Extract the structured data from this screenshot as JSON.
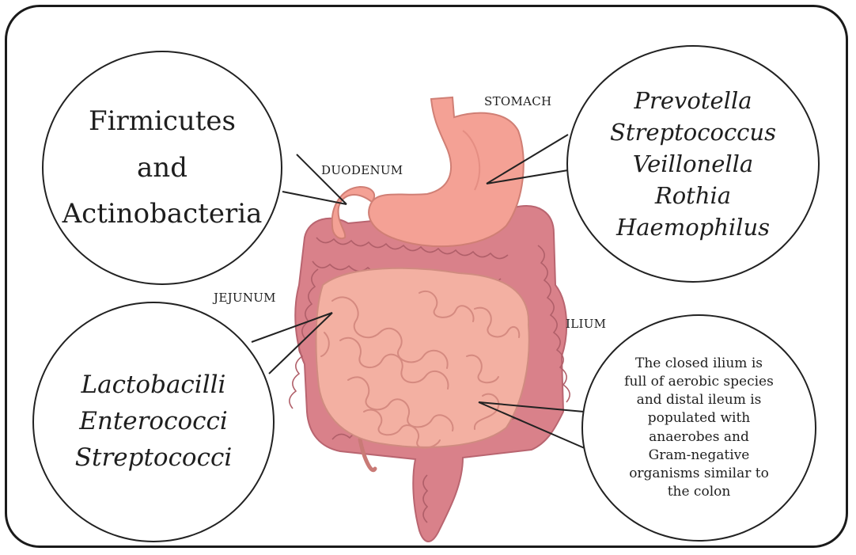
{
  "labels": {
    "stomach": "STOMACH",
    "duodenum": "DUODENUM",
    "jejunum": "JEJUNUM",
    "ilium": "ILIUM"
  },
  "duodenum_bacteria": [
    "Firmicutes",
    "and",
    "Actinobacteria"
  ],
  "stomach_bacteria": [
    "Prevotella",
    "Streptococcus",
    "Veillonella",
    "Rothia",
    "Haemophilus"
  ],
  "jejunum_bacteria": [
    "Lactobacilli",
    "Enterococci",
    "Streptococci"
  ],
  "ilium_description": [
    "The closed ilium is",
    "full of aerobic species",
    "and distal ileum is",
    "populated with",
    "anaerobes and",
    "Gram-negative",
    "organisms similar to",
    "the colon"
  ],
  "colors": {
    "stomach": "#f4a195",
    "small_intestine": "#f3b0a2",
    "large_intestine": "#d9818a",
    "outline": "#c97a76"
  }
}
